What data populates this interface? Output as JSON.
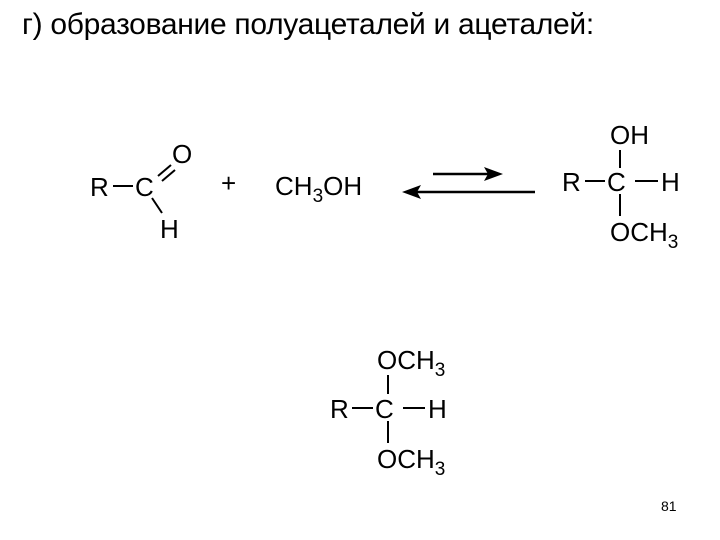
{
  "slide": {
    "title": "г) образование полуацеталей и ацеталей:",
    "page_number": "81"
  },
  "reaction": {
    "aldehyde": {
      "R": "R",
      "C": "C",
      "O": "O",
      "H": "H"
    },
    "plus": "+",
    "methanol": {
      "main": "CH",
      "sub": "3",
      "tail": "OH"
    },
    "equilibrium_arrow": "⇌",
    "hemiacetal": {
      "top": "OH",
      "R": "R",
      "C": "C",
      "H": "H",
      "bottom_main": "OCH",
      "bottom_sub": "3"
    },
    "acetal": {
      "top_main": "OCH",
      "top_sub": "3",
      "R": "R",
      "C": "C",
      "H": "H",
      "bottom_main": "OCH",
      "bottom_sub": "3"
    }
  }
}
